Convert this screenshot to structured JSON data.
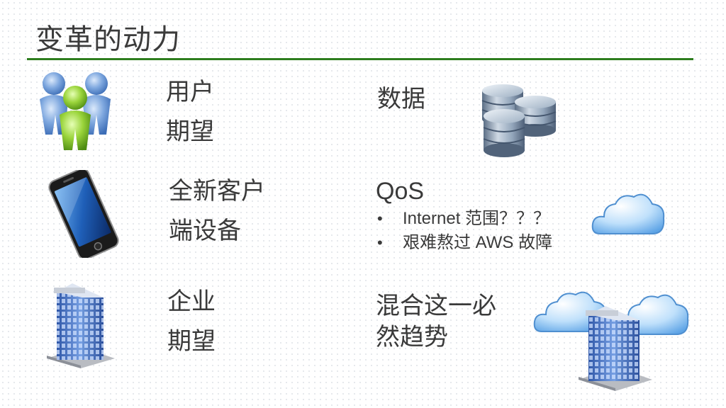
{
  "slide": {
    "title": "变革的动力",
    "accent_color": "#2e7d1e",
    "items": [
      {
        "icon": "users-icon",
        "line1": "用户",
        "line2": "期望"
      },
      {
        "icon": "database-icon",
        "line1": "数据"
      },
      {
        "icon": "smartphone-icon",
        "line1": "全新客户",
        "line2": "端设备"
      },
      {
        "icon": "cloud-icon",
        "line1": "QoS",
        "bullets": [
          "Internet 范围？？？",
          "艰难熬过 AWS 故障"
        ]
      },
      {
        "icon": "office-building-icon",
        "line1": "企业",
        "line2": "期望"
      },
      {
        "icon": "hybrid-cloud-building-icon",
        "line1": "混合这一必",
        "line2": "然趋势"
      }
    ]
  }
}
